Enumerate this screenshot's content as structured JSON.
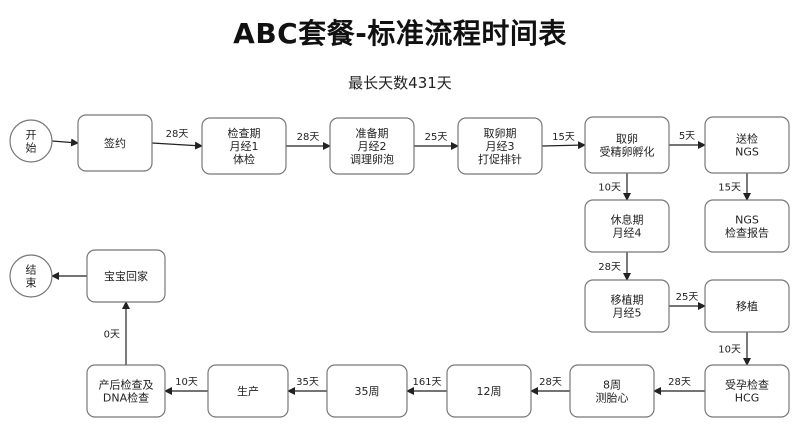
{
  "title": "ABC套餐-标准流程时间表",
  "subtitle": "最长天数431天",
  "nodes": [
    {
      "id": "start",
      "lines": [
        "开",
        "始"
      ],
      "shape": "circle"
    },
    {
      "id": "sign",
      "lines": [
        "签约"
      ]
    },
    {
      "id": "check",
      "lines": [
        "检查期",
        "月经1",
        "体检"
      ]
    },
    {
      "id": "prep",
      "lines": [
        "准备期",
        "月经2",
        "调理卵泡"
      ]
    },
    {
      "id": "retrieve",
      "lines": [
        "取卵期",
        "月经3",
        "打促排针"
      ]
    },
    {
      "id": "incubate",
      "lines": [
        "取卵",
        "受精卵孵化"
      ]
    },
    {
      "id": "sendcheck",
      "lines": [
        "送检",
        "NGS"
      ]
    },
    {
      "id": "rest",
      "lines": [
        "休息期",
        "月经4"
      ]
    },
    {
      "id": "ngsreport",
      "lines": [
        "NGS",
        "检查报告"
      ]
    },
    {
      "id": "transfer-period",
      "lines": [
        "移植期",
        "月经5"
      ]
    },
    {
      "id": "transfer",
      "lines": [
        "移植"
      ]
    },
    {
      "id": "hcg",
      "lines": [
        "受孕检查",
        "HCG"
      ]
    },
    {
      "id": "w8",
      "lines": [
        "8周",
        "测胎心"
      ]
    },
    {
      "id": "w12",
      "lines": [
        "12周"
      ]
    },
    {
      "id": "w35",
      "lines": [
        "35周"
      ]
    },
    {
      "id": "birth",
      "lines": [
        "生产"
      ]
    },
    {
      "id": "postnatal",
      "lines": [
        "产后检查及",
        "DNA检查"
      ]
    },
    {
      "id": "home",
      "lines": [
        "宝宝回家"
      ]
    },
    {
      "id": "end",
      "lines": [
        "结",
        "束"
      ],
      "shape": "circle"
    }
  ],
  "edges": [
    {
      "from": "start",
      "to": "sign",
      "label": ""
    },
    {
      "from": "sign",
      "to": "check",
      "label": "28天"
    },
    {
      "from": "check",
      "to": "prep",
      "label": "28天"
    },
    {
      "from": "prep",
      "to": "retrieve",
      "label": "25天"
    },
    {
      "from": "retrieve",
      "to": "incubate",
      "label": "15天"
    },
    {
      "from": "incubate",
      "to": "sendcheck",
      "label": "5天"
    },
    {
      "from": "sendcheck",
      "to": "ngsreport",
      "label": "15天"
    },
    {
      "from": "incubate",
      "to": "rest",
      "label": "10天"
    },
    {
      "from": "rest",
      "to": "transfer-period",
      "label": "28天"
    },
    {
      "from": "transfer-period",
      "to": "transfer",
      "label": "25天"
    },
    {
      "from": "transfer",
      "to": "hcg",
      "label": "10天"
    },
    {
      "from": "hcg",
      "to": "w8",
      "label": "28天"
    },
    {
      "from": "w8",
      "to": "w12",
      "label": "28天"
    },
    {
      "from": "w12",
      "to": "w35",
      "label": "161天"
    },
    {
      "from": "w35",
      "to": "birth",
      "label": "35天"
    },
    {
      "from": "birth",
      "to": "postnatal",
      "label": "10天"
    },
    {
      "from": "postnatal",
      "to": "home",
      "label": "0天"
    },
    {
      "from": "home",
      "to": "end",
      "label": ""
    }
  ]
}
